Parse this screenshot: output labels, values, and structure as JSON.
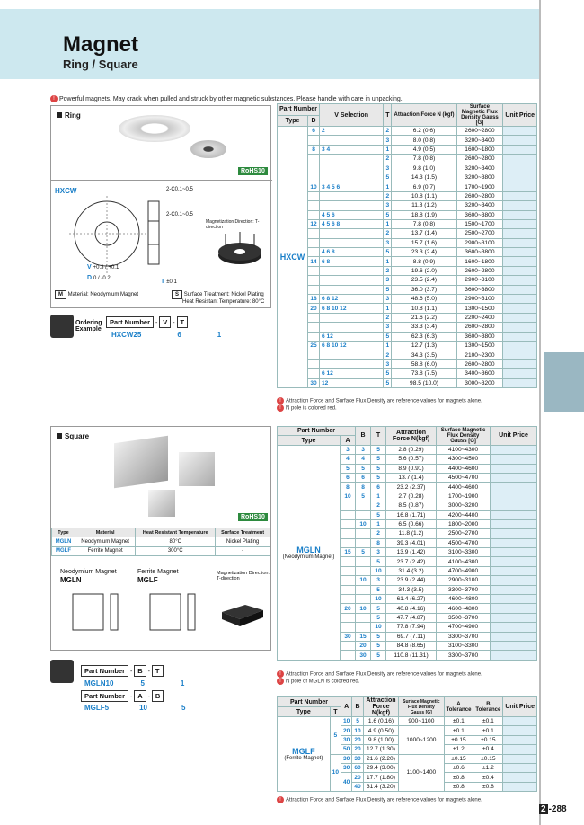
{
  "header": {
    "title": "Magnet",
    "subtitle": "Ring / Square"
  },
  "warning": "Powerful magnets. May crack when pulled and struck by other magnetic substances. Please handle with care in unpacking.",
  "ring": {
    "label": "Ring",
    "rohs": "RoHS10",
    "type": "HXCW",
    "chamfer1": "2-C0.1~0.5",
    "chamfer2": "2-C0.1~0.5",
    "magnetization": "Magnetization Direction: T-direction",
    "material_tag": "M",
    "material": "Material: Neodymium Magnet",
    "surface_tag": "S",
    "surface": "Surface Treatment: Nickel Plating",
    "heat": "Heat Resistant Temperature: 80°C",
    "dim_v": "V",
    "dim_v_tol": "+0.3 / +0.1",
    "dim_d": "D",
    "dim_d_tol": "0 / -0.2",
    "dim_t": "T",
    "dim_t_tol": "±0.1",
    "order_label": "Ordering Example",
    "order_headers": [
      "Part Number",
      "V",
      "T"
    ],
    "order_values": [
      "HXCW25",
      "6",
      "1"
    ],
    "notes": [
      "Attraction Force and Surface Flux Density are reference values for magnets alone.",
      "N pole is colored red."
    ]
  },
  "ring_table": {
    "headers": [
      "Part Number",
      "Type",
      "D",
      "V Selection",
      "T",
      "Attraction Force N (kgf)",
      "Surface Magnetic Flux Density Gauss [G]",
      "Unit Price"
    ],
    "type": "HXCW",
    "rows": [
      {
        "d": "6",
        "v": "2",
        "t": "2",
        "f": "6.2 (0.6)",
        "g": "2600~2800"
      },
      {
        "d": "",
        "v": "",
        "t": "3",
        "f": "8.0 (0.8)",
        "g": "3200~3400"
      },
      {
        "d": "8",
        "v": "3 4",
        "t": "1",
        "f": "4.9 (0.5)",
        "g": "1600~1800"
      },
      {
        "d": "",
        "v": "",
        "t": "2",
        "f": "7.8 (0.8)",
        "g": "2600~2800"
      },
      {
        "d": "",
        "v": "",
        "t": "3",
        "f": "9.8 (1.0)",
        "g": "3200~3400"
      },
      {
        "d": "",
        "v": "",
        "t": "5",
        "f": "14.3 (1.5)",
        "g": "3200~3800"
      },
      {
        "d": "10",
        "v": "3 4 5 6",
        "t": "1",
        "f": "6.9 (0.7)",
        "g": "1700~1900"
      },
      {
        "d": "",
        "v": "",
        "t": "2",
        "f": "10.8 (1.1)",
        "g": "2600~2800"
      },
      {
        "d": "",
        "v": "",
        "t": "3",
        "f": "11.8 (1.2)",
        "g": "3200~3400"
      },
      {
        "d": "",
        "v": "4 5 6",
        "t": "5",
        "f": "18.8 (1.9)",
        "g": "3600~3800"
      },
      {
        "d": "12",
        "v": "4 5 6 8",
        "t": "1",
        "f": "7.8 (0.8)",
        "g": "1500~1700"
      },
      {
        "d": "",
        "v": "",
        "t": "2",
        "f": "13.7 (1.4)",
        "g": "2500~2700"
      },
      {
        "d": "",
        "v": "",
        "t": "3",
        "f": "15.7 (1.6)",
        "g": "2900~3100"
      },
      {
        "d": "",
        "v": "4 6 8",
        "t": "5",
        "f": "23.3 (2.4)",
        "g": "3600~3800"
      },
      {
        "d": "14",
        "v": "6 8",
        "t": "1",
        "f": "8.8 (0.9)",
        "g": "1600~1800"
      },
      {
        "d": "",
        "v": "",
        "t": "2",
        "f": "19.6 (2.0)",
        "g": "2600~2800"
      },
      {
        "d": "",
        "v": "",
        "t": "3",
        "f": "23.5 (2.4)",
        "g": "2900~3100"
      },
      {
        "d": "",
        "v": "",
        "t": "5",
        "f": "36.0 (3.7)",
        "g": "3600~3800"
      },
      {
        "d": "18",
        "v": "6 8 12",
        "t": "3",
        "f": "48.6 (5.0)",
        "g": "2900~3100"
      },
      {
        "d": "20",
        "v": "6 8 10 12",
        "t": "1",
        "f": "10.8 (1.1)",
        "g": "1300~1500"
      },
      {
        "d": "",
        "v": "",
        "t": "2",
        "f": "21.6 (2.2)",
        "g": "2200~2400"
      },
      {
        "d": "",
        "v": "",
        "t": "3",
        "f": "33.3 (3.4)",
        "g": "2600~2800"
      },
      {
        "d": "",
        "v": "6 12",
        "t": "5",
        "f": "62.3 (6.3)",
        "g": "3600~3800"
      },
      {
        "d": "25",
        "v": "6 8 10 12",
        "t": "1",
        "f": "12.7 (1.3)",
        "g": "1300~1500"
      },
      {
        "d": "",
        "v": "",
        "t": "2",
        "f": "34.3 (3.5)",
        "g": "2100~2300"
      },
      {
        "d": "",
        "v": "",
        "t": "3",
        "f": "58.8 (6.0)",
        "g": "2600~2800"
      },
      {
        "d": "",
        "v": "6 12",
        "t": "5",
        "f": "73.8 (7.5)",
        "g": "3400~3600"
      },
      {
        "d": "30",
        "v": "12",
        "t": "5",
        "f": "98.5 (10.0)",
        "g": "3000~3200"
      }
    ]
  },
  "square": {
    "label": "Square",
    "rohs": "RoHS10",
    "spec_headers": [
      "Type",
      "Material",
      "Heat Resistant Temperature",
      "Surface Treatment"
    ],
    "spec_rows": [
      [
        "MGLN",
        "Neodymium Magnet",
        "80°C",
        "Nickel Plating"
      ],
      [
        "MGLF",
        "Ferrite Magnet",
        "300°C",
        "-"
      ]
    ],
    "neo_title": "Neodymium Magnet",
    "neo_code": "MGLN",
    "fer_title": "Ferrite Magnet",
    "fer_code": "MGLF",
    "magnetization": "Magnetization Direction: T-direction",
    "order1_headers": [
      "Part Number",
      "B",
      "T"
    ],
    "order1_values": [
      "MGLN10",
      "5",
      "1"
    ],
    "order2_headers": [
      "Part Number",
      "A",
      "B"
    ],
    "order2_values": [
      "MGLF5",
      "10",
      "5"
    ],
    "notes": [
      "Attraction Force and Surface Flux Density are reference values for magnets alone.",
      "N pole of MGLN is colored red."
    ]
  },
  "mgln_table": {
    "headers": [
      "Part Number",
      "Type",
      "A",
      "B",
      "T",
      "Attraction Force N(kgf)",
      "Surface Magnetic Flux Density Gauss [G]",
      "Unit Price"
    ],
    "type": "MGLN",
    "type_sub": "(Neodymium Magnet)",
    "rows": [
      {
        "a": "3",
        "b": "3",
        "t": "5",
        "f": "2.8 (0.29)",
        "g": "4100~4300"
      },
      {
        "a": "4",
        "b": "4",
        "t": "5",
        "f": "5.6 (0.57)",
        "g": "4300~4500"
      },
      {
        "a": "5",
        "b": "5",
        "t": "5",
        "f": "8.9 (0.91)",
        "g": "4400~4600"
      },
      {
        "a": "6",
        "b": "6",
        "t": "5",
        "f": "13.7 (1.4)",
        "g": "4500~4700"
      },
      {
        "a": "8",
        "b": "8",
        "t": "6",
        "f": "23.2 (2.37)",
        "g": "4400~4600"
      },
      {
        "a": "10",
        "b": "5",
        "t": "1",
        "f": "2.7 (0.28)",
        "g": "1700~1900"
      },
      {
        "a": "",
        "b": "",
        "t": "2",
        "f": "8.5 (0.87)",
        "g": "3000~3200"
      },
      {
        "a": "",
        "b": "",
        "t": "5",
        "f": "16.8 (1.71)",
        "g": "4200~4400"
      },
      {
        "a": "",
        "b": "10",
        "t": "1",
        "f": "6.5 (0.66)",
        "g": "1800~2000"
      },
      {
        "a": "",
        "b": "",
        "t": "2",
        "f": "11.8 (1.2)",
        "g": "2500~2700"
      },
      {
        "a": "",
        "b": "",
        "t": "8",
        "f": "39.3 (4.01)",
        "g": "4500~4700"
      },
      {
        "a": "15",
        "b": "5",
        "t": "3",
        "f": "13.9 (1.42)",
        "g": "3100~3300"
      },
      {
        "a": "",
        "b": "",
        "t": "5",
        "f": "23.7 (2.42)",
        "g": "4100~4300"
      },
      {
        "a": "",
        "b": "",
        "t": "10",
        "f": "31.4 (3.2)",
        "g": "4700~4900"
      },
      {
        "a": "",
        "b": "10",
        "t": "3",
        "f": "23.9 (2.44)",
        "g": "2900~3100"
      },
      {
        "a": "",
        "b": "",
        "t": "5",
        "f": "34.3 (3.5)",
        "g": "3300~3700"
      },
      {
        "a": "",
        "b": "",
        "t": "10",
        "f": "61.4 (6.27)",
        "g": "4600~4800"
      },
      {
        "a": "20",
        "b": "10",
        "t": "5",
        "f": "40.8 (4.16)",
        "g": "4600~4800"
      },
      {
        "a": "",
        "b": "",
        "t": "5",
        "f": "47.7 (4.87)",
        "g": "3500~3700"
      },
      {
        "a": "",
        "b": "",
        "t": "10",
        "f": "77.8 (7.94)",
        "g": "4700~4900"
      },
      {
        "a": "30",
        "b": "15",
        "t": "5",
        "f": "69.7 (7.11)",
        "g": "3300~3700"
      },
      {
        "a": "",
        "b": "20",
        "t": "5",
        "f": "84.8 (8.65)",
        "g": "3100~3300"
      },
      {
        "a": "",
        "b": "30",
        "t": "5",
        "f": "110.8 (11.31)",
        "g": "3300~3700"
      }
    ]
  },
  "mglf_table": {
    "headers": [
      "Part Number",
      "Type",
      "T",
      "A",
      "B",
      "Attraction Force N(kgf)",
      "Surface Magnetic Flux Density Gauss [G]",
      "A Tolerance",
      "B Tolerance",
      "Unit Price"
    ],
    "type": "MGLF",
    "type_sub": "(Ferrite Magnet)",
    "rows": [
      {
        "t": "5",
        "a": "10",
        "b": "5",
        "f": "1.6 (0.16)",
        "g": "900~1100",
        "at": "±0.1",
        "bt": "±0.1"
      },
      {
        "t": "",
        "a": "20",
        "b": "10",
        "f": "4.9 (0.50)",
        "g": "1000~1200",
        "at": "±0.1",
        "bt": "±0.1"
      },
      {
        "t": "",
        "a": "30",
        "b": "20",
        "f": "9.8 (1.00)",
        "g": "",
        "at": "±0.15",
        "bt": "±0.15"
      },
      {
        "t": "",
        "a": "50",
        "b": "20",
        "f": "12.7 (1.30)",
        "g": "",
        "at": "±1.2",
        "bt": "±0.4"
      },
      {
        "t": "10",
        "a": "30",
        "b": "30",
        "f": "21.6 (2.20)",
        "g": "1100~1400",
        "at": "±0.15",
        "bt": "±0.15"
      },
      {
        "t": "",
        "a": "30",
        "b": "60",
        "f": "29.4 (3.00)",
        "g": "",
        "at": "±0.6",
        "bt": "±1.2"
      },
      {
        "t": "",
        "a": "40",
        "b": "20",
        "f": "17.7 (1.80)",
        "g": "",
        "at": "±0.8",
        "bt": "±0.4"
      },
      {
        "t": "",
        "a": "",
        "b": "40",
        "f": "31.4 (3.20)",
        "g": "",
        "at": "±0.8",
        "bt": "±0.8"
      }
    ],
    "note": "Attraction Force and Surface Flux Density are reference values for magnets alone."
  },
  "page": {
    "section": "2",
    "number": "-288"
  }
}
